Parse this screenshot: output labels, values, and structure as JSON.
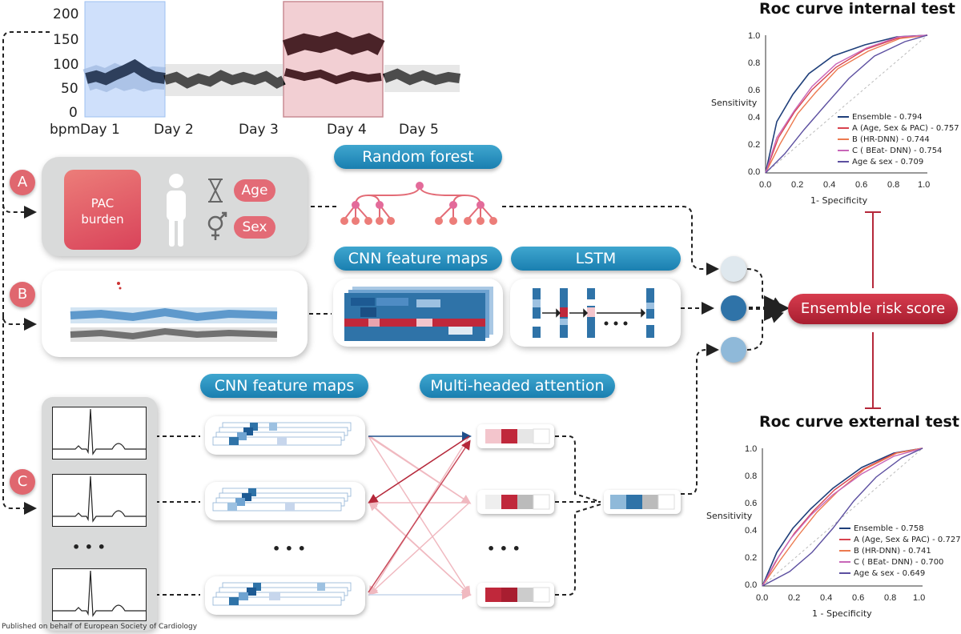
{
  "hr_plot": {
    "y_ticks": [
      "200",
      "150",
      "100",
      "50",
      "0"
    ],
    "unit": "bpm",
    "days": [
      "Day 1",
      "Day 2",
      "Day 3",
      "Day 4",
      "Day 5"
    ]
  },
  "labels": {
    "a": "A",
    "b": "B",
    "c": "C",
    "pac": "PAC burden",
    "age": "Age",
    "sex": "Sex",
    "random_forest": "Random forest",
    "cnn1": "CNN feature maps",
    "lstm": "LSTM",
    "cnn2": "CNN feature maps",
    "mha": "Multi-headed attention",
    "ensemble": "Ensemble risk score",
    "dots": "• • •",
    "footer": "Published on behalf of European Society of Cardiology"
  },
  "colors": {
    "accent_red": "#c0283b",
    "pill_blue": "#1a7fb0",
    "node_light": "#dfe8ee",
    "node_mid": "#2f73a8",
    "node_pale": "#8fb9d9"
  },
  "roc_internal": {
    "title": "Roc curve internal test",
    "ylabel": "Sensitivity",
    "xlabel": "1- Specificity",
    "ticks": [
      "0.0",
      "0.2",
      "0.4",
      "0.6",
      "0.8",
      "1.0"
    ],
    "legend": [
      {
        "name": "Ensemble - 0.794",
        "color": "#1f3f7a"
      },
      {
        "name": "A (Age, Sex & PAC) - 0.757",
        "color": "#d8434f"
      },
      {
        "name": "B (HR-DNN) - 0.744",
        "color": "#ec7a4f"
      },
      {
        "name": "C ( BEat- DNN) - 0.754",
        "color": "#c866b8"
      },
      {
        "name": "Age & sex - 0.709",
        "color": "#5c4fa0"
      }
    ]
  },
  "roc_external": {
    "title": "Roc curve external test",
    "ylabel": "Sensitivity",
    "xlabel": "1 - Specificity",
    "ticks": [
      "0.0",
      "0.2",
      "0.4",
      "0.6",
      "0.8",
      "1.0"
    ],
    "legend": [
      {
        "name": "Ensemble - 0.758",
        "color": "#1f3f7a"
      },
      {
        "name": "A (Age, Sex & PAC) - 0.727",
        "color": "#d8434f"
      },
      {
        "name": "B (HR-DNN) - 0.741",
        "color": "#ec7a4f"
      },
      {
        "name": "C ( BEat- DNN) - 0.700",
        "color": "#c866b8"
      },
      {
        "name": "Age & sex - 0.649",
        "color": "#5c4fa0"
      }
    ]
  }
}
